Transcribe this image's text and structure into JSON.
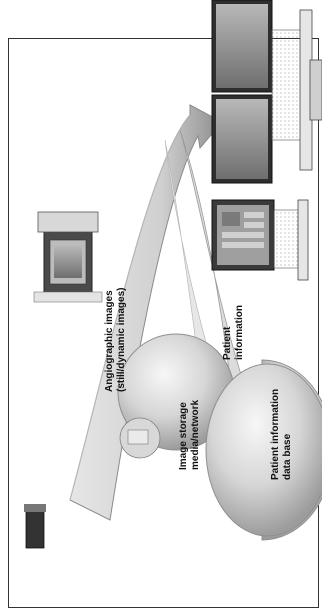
{
  "labels": {
    "angiographic_images": "Angiographic images",
    "angiographic_images_sub": "(still/dynamic images)",
    "patient_information": "Patient",
    "patient_information_2": "information",
    "image_storage": "Image storage",
    "image_storage_2": "media/network",
    "patient_db": "Patient information",
    "patient_db_2": "data base"
  },
  "colors": {
    "frame": "#333333",
    "background": "#ffffff",
    "arrow_fill": "#d6d6d6",
    "arrow_dark": "#7d7d7d",
    "sphere_fill": "#d0d0d0",
    "sphere_highlight": "#f7f7f7",
    "monitor_dark": "#2e2e2e",
    "monitor_screen": "#9a9a9a",
    "monitor_mid": "#6b6b6b"
  }
}
